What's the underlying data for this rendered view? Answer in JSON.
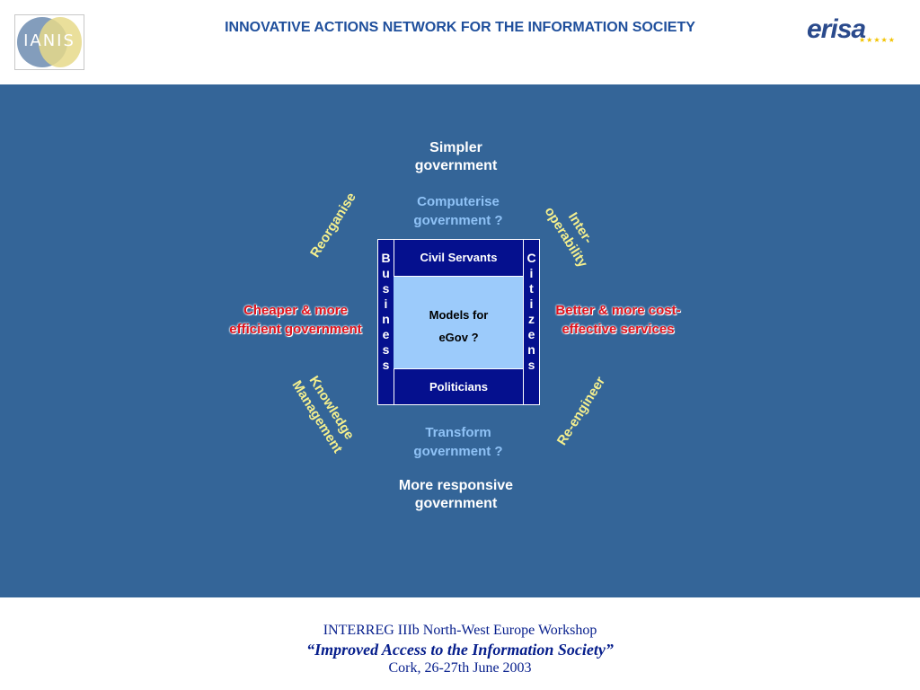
{
  "header": {
    "title": "INNOVATIVE ACTIONS NETWORK FOR THE INFORMATION SOCIETY",
    "left_logo": "IANIS",
    "right_logo": "erisa"
  },
  "diagram": {
    "top_outer": [
      "Simpler",
      "government"
    ],
    "top_inner": [
      "Computerise",
      "government ?"
    ],
    "bottom_inner": [
      "Transform",
      "government ?"
    ],
    "bottom_outer": [
      "More responsive",
      "government"
    ],
    "left_label": [
      "Cheaper & more",
      "efficient government"
    ],
    "right_label": [
      "Better & more cost-",
      "effective services"
    ],
    "diag_top_left": "Reorganise",
    "diag_top_right": [
      "Inter-",
      "operability"
    ],
    "diag_bottom_left": [
      "Knowledge",
      "Management"
    ],
    "diag_bottom_right": "Re-engineer",
    "center": {
      "top_bar": "Civil Servants",
      "middle": [
        "Models for",
        "eGov ?"
      ],
      "bottom_bar": "Politicians",
      "left_column": [
        "B",
        "u",
        "s",
        "i",
        "n",
        "e",
        "s",
        "s"
      ],
      "right_column": [
        "C",
        "i",
        "t",
        "i",
        "z",
        "e",
        "n",
        "s"
      ]
    },
    "colors": {
      "panel": "#346598",
      "box_dark": "#05108e",
      "box_light": "#9ccbfb",
      "yellow_text": "#f4ef8e",
      "red_text": "#e0141e",
      "light_blue_text": "#8fc2f6"
    }
  },
  "footer": {
    "line1": "INTERREG IIIb North-West Europe Workshop",
    "line2": "“Improved Access to the Information Society”",
    "line3": "Cork, 26-27th June 2003"
  }
}
